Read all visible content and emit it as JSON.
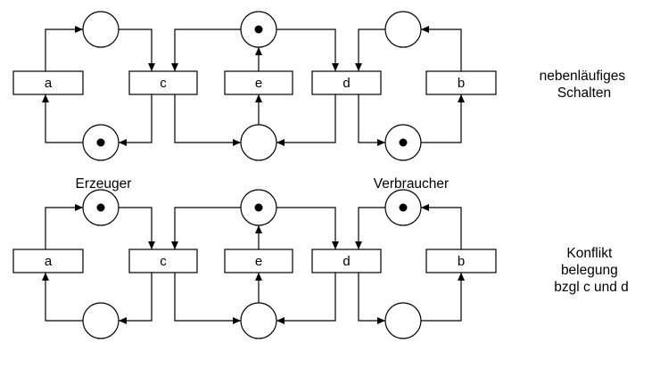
{
  "transitions": [
    "a",
    "c",
    "e",
    "d",
    "b"
  ],
  "labels": {
    "producer": "Erzeuger",
    "consumer": "Verbraucher"
  },
  "nets": [
    {
      "caption": [
        "nebenläufiges",
        "Schalten"
      ],
      "marking": {
        "producer_top": false,
        "producer_bottom": true,
        "mutex_top": true,
        "buffer_bottom": false,
        "consumer_top": false,
        "consumer_bottom": true
      }
    },
    {
      "caption": [
        "Konflikt",
        "belegung",
        "bzgl c und d"
      ],
      "marking": {
        "producer_top": true,
        "producer_bottom": false,
        "mutex_top": true,
        "buffer_bottom": false,
        "consumer_top": true,
        "consumer_bottom": false
      }
    }
  ]
}
